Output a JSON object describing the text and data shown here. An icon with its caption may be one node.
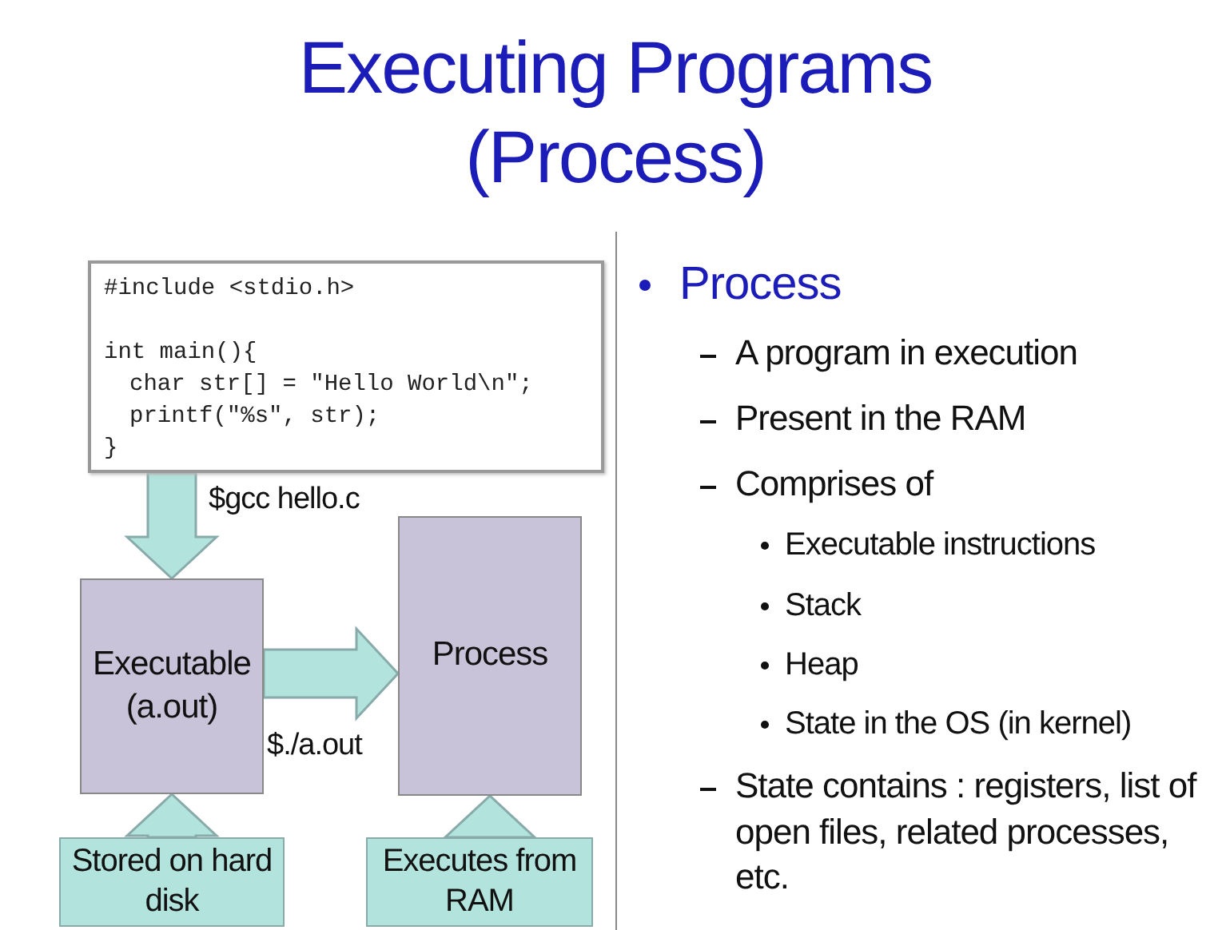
{
  "diagram": {
    "title": "Executing Programs (Process)",
    "nodes": [
      {
        "text": [
          "#include <stdio.h>",
          "int main(){",
          "char str[] = \"Hello World\\n\";",
          "printf(\"%s\", str);",
          "}"
        ]
      },
      {
        "text": [
          "Executable (a.out)"
        ]
      },
      {
        "text": [
          "Process"
        ]
      },
      {
        "text": [
          "Stored on hard disk"
        ]
      },
      {
        "text": [
          "Executes from RAM"
        ]
      }
    ],
    "edges": [
      {
        "from": 0,
        "to": 1,
        "arrow": "to",
        "label": "$gcc hello.c"
      },
      {
        "from": 1,
        "to": 2,
        "arrow": "to",
        "label": "$./a.out"
      },
      {
        "from": 3,
        "to": 1,
        "arrow": "to"
      },
      {
        "from": 4,
        "to": 2,
        "arrow": "to"
      }
    ],
    "labels": [
      "Process",
      "A program in execution",
      "Present in the RAM",
      "Comprises of",
      "Executable instructions",
      "Stack",
      "Heap",
      "State in the OS (in kernel)",
      "State contains : registers, list of open files, related processes, etc."
    ]
  }
}
